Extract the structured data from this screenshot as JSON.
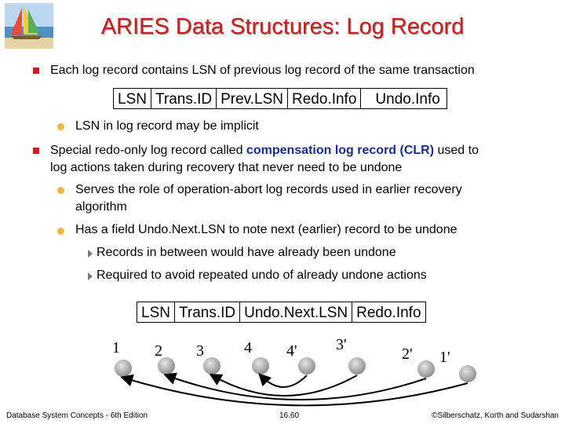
{
  "title": "ARIES Data Structures: Log Record",
  "bullets": {
    "b1": "Each log record contains LSN of previous log record of the same transaction",
    "b1_sub": "LSN in log record may be implicit",
    "b2_pre": "Special redo-only log record called ",
    "b2_hl": "compensation log record (CLR)",
    "b2_post": " used to",
    "b2_line2": "log actions taken during recovery that never need to be undone",
    "b2_sub1_l1": "Serves the role of operation-abort log records used in earlier recovery",
    "b2_sub1_l2": "algorithm",
    "b2_sub2": "Has a field Undo.Next.LSN to note next (earlier) record to be undone",
    "b2_sub2_a": "Records in between would have already been undone",
    "b2_sub2_b": "Required to avoid repeated undo of already undone actions"
  },
  "record1": [
    "LSN",
    "Trans.ID",
    "Prev.LSN",
    "Redo.Info",
    "Undo.Info"
  ],
  "record2": [
    "LSN",
    "Trans.ID",
    "Undo.Next.LSN",
    "Redo.Info"
  ],
  "diagram_labels": [
    "1",
    "2",
    "3",
    "4",
    "4'",
    "3'",
    "2'",
    "1'"
  ],
  "footer": {
    "left": "Database System Concepts - 6th Edition",
    "center": "16.60",
    "right": "©Silberschatz, Korth and Sudarshan"
  },
  "colors": {
    "title": "#cc1f1f",
    "highlight": "#1a2d8f",
    "bullet": "#cc1f1f",
    "subbullet": "#f0b642"
  }
}
